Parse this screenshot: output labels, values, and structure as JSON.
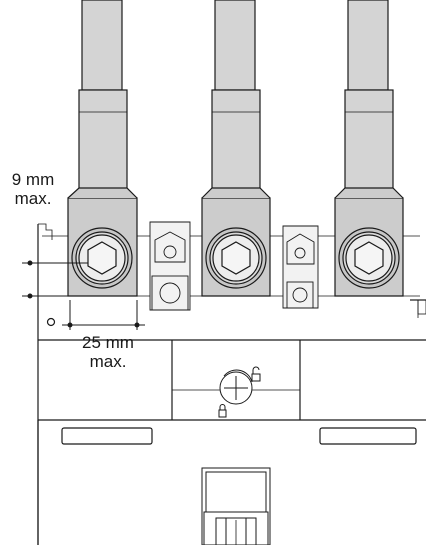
{
  "dimensions": {
    "vertical_value": "9 mm",
    "vertical_qualifier": "max.",
    "horizontal_value": "25 mm",
    "horizontal_qualifier": "max."
  },
  "colors": {
    "cable": "#d4d4d4",
    "lug": "#c9c9c9",
    "line": "#1a1a1a",
    "background": "#ffffff"
  },
  "icons": [
    "hexagon-bolt",
    "phillips-screw",
    "padlock-open",
    "padlock-closed",
    "toggle-switch"
  ]
}
